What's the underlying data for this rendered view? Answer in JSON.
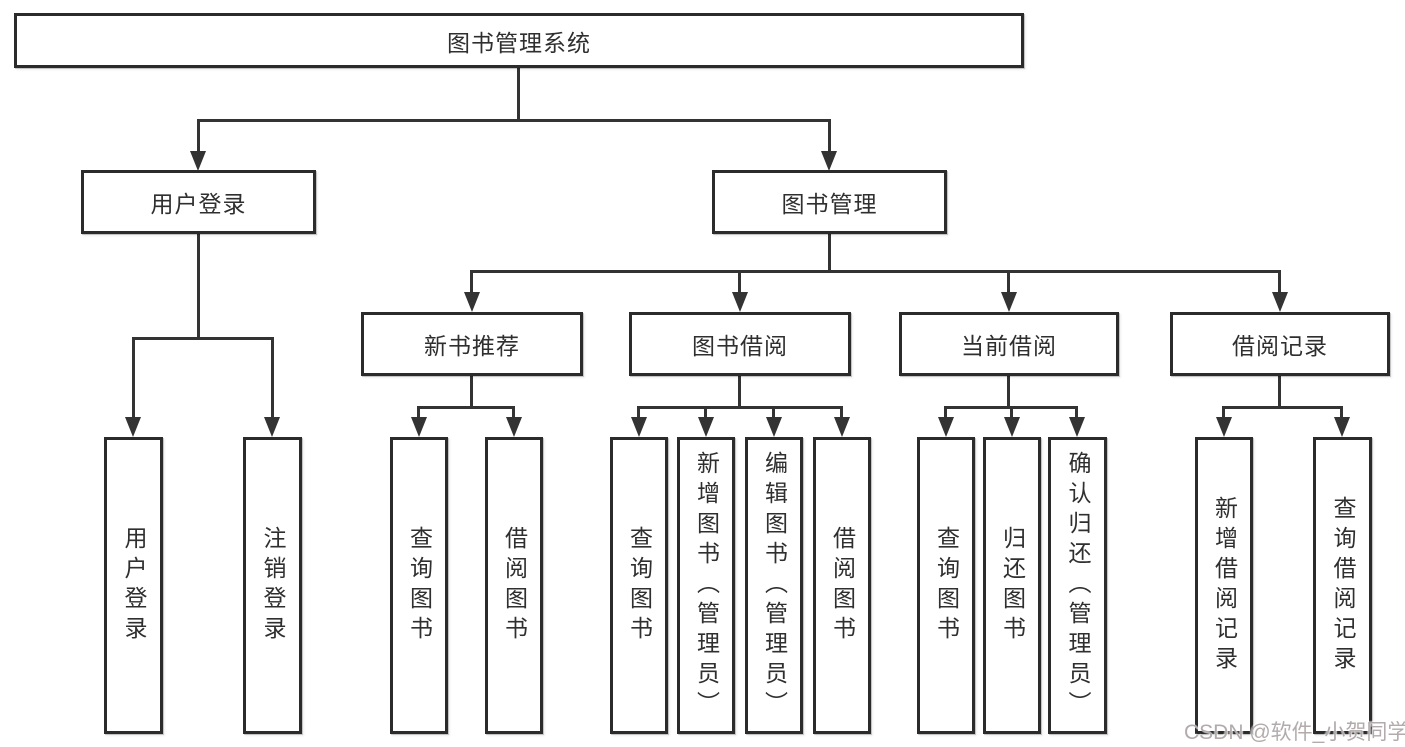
{
  "diagram": {
    "root": {
      "label": "图书管理系统"
    },
    "level2": [
      {
        "label": "用户登录",
        "leaves": [
          "用户登录",
          "注销登录"
        ]
      },
      {
        "label": "图书管理",
        "groups": [
          {
            "label": "新书推荐",
            "leaves": [
              "查询图书",
              "借阅图书"
            ]
          },
          {
            "label": "图书借阅",
            "leaves": [
              "查询图书",
              "新增图书（管理员）",
              "编辑图书（管理员）",
              "借阅图书"
            ]
          },
          {
            "label": "当前借阅",
            "leaves": [
              "查询图书",
              "归还图书",
              "确认归还（管理员）"
            ]
          },
          {
            "label": "借阅记录",
            "leaves": [
              "新增借阅记录",
              "查询借阅记录"
            ]
          }
        ]
      }
    ]
  },
  "watermark": {
    "text": "CSDN @软件_小贺同学"
  },
  "colors": {
    "background": "#ffffff",
    "box_border": "#2b2b2b",
    "line": "#333333",
    "text": "#2f2f2f",
    "watermark": "#b3abab"
  }
}
